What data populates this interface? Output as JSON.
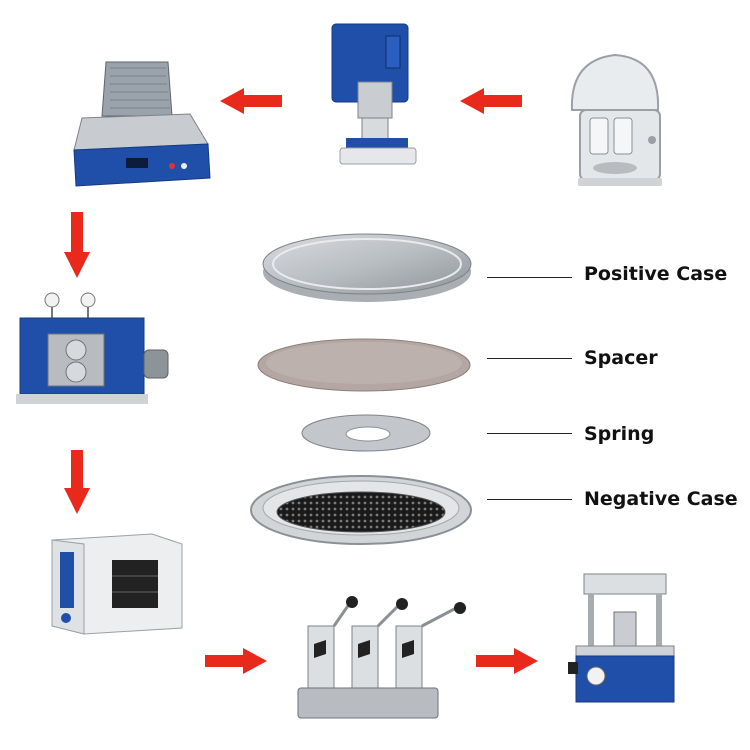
{
  "labels": {
    "positive_case": "Positive Case",
    "spacer": "Spacer",
    "spring": "Spring",
    "negative_case": "Negative Case"
  },
  "colors": {
    "arrow": "#e8291c",
    "machine_blue": "#1f4fa8",
    "steel": "#c9cdd2"
  },
  "icons": [
    "ball-mill-icon",
    "vacuum-mixer-icon",
    "coating-machine-icon",
    "roller-press-icon",
    "drying-oven-icon",
    "punching-machine-icon",
    "crimping-machine-icon"
  ]
}
